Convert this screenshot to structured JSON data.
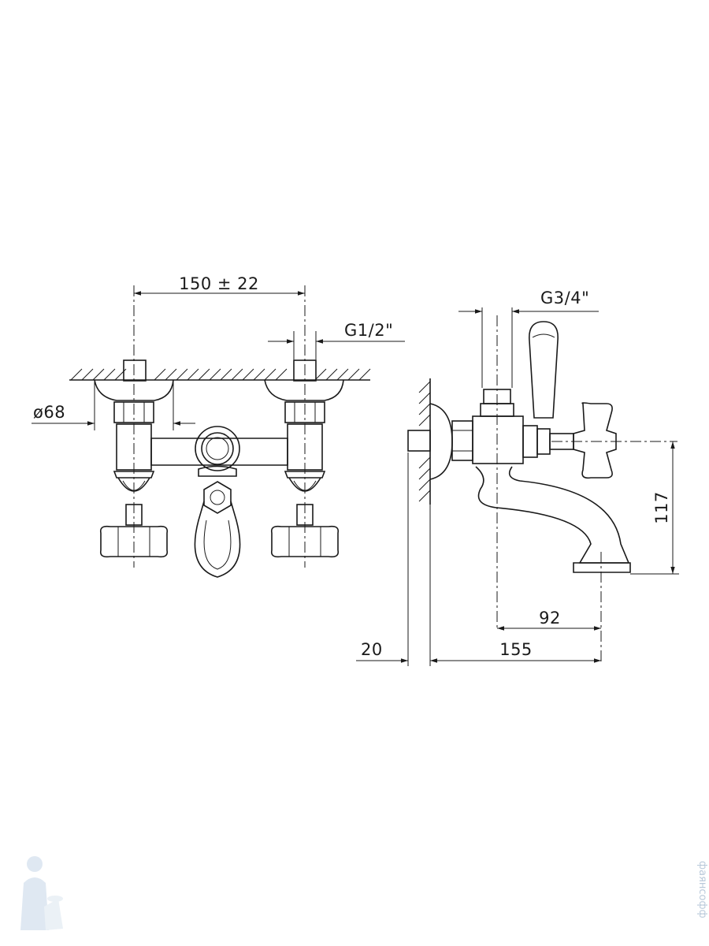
{
  "dimensions": {
    "inlet_spacing": "150 ± 22",
    "inlet_thread": "G1/2\"",
    "flange_diameter": "ø68",
    "outlet_thread": "G3/4\"",
    "spout_height": "117",
    "spout_reach": "92",
    "wall_offset": "20",
    "total_depth": "155"
  },
  "watermark": {
    "text": "фаянсофф",
    "icon": "plumber-mascot-icon"
  }
}
